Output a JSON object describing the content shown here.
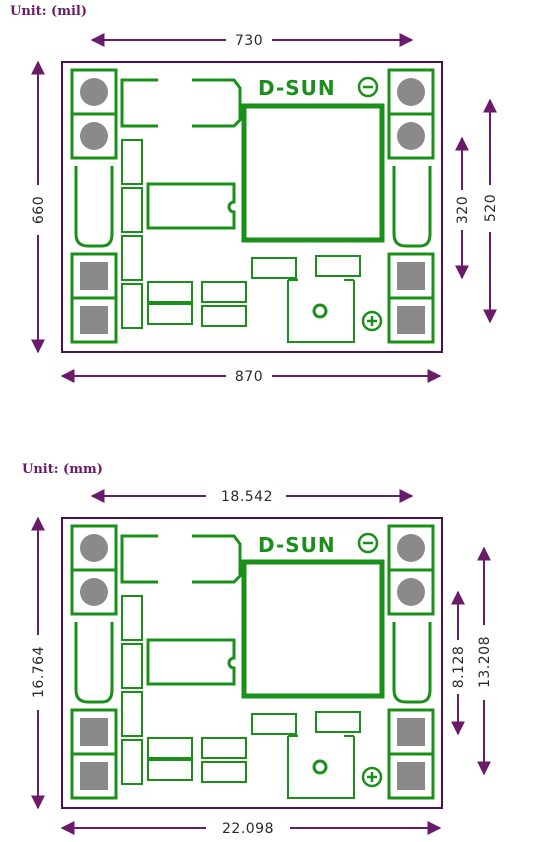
{
  "colors": {
    "outline": "#4b0f55",
    "dimension": "#6a1b6a",
    "silkscreen": "#1a8f1a",
    "pad_fill": "#8a8a8a",
    "text": "#2a2a2a"
  },
  "diagrams": [
    {
      "unit_label": "Unit: (mil)",
      "brand": "D-SUN",
      "dims": {
        "top_width": "730",
        "bottom_width": "870",
        "left_height": "660",
        "inner_height": "320",
        "right_height": "520"
      }
    },
    {
      "unit_label": "Unit: (mm)",
      "brand": "D-SUN",
      "dims": {
        "top_width": "18.542",
        "bottom_width": "22.098",
        "left_height": "16.764",
        "inner_height": "8.128",
        "right_height": "13.208"
      }
    }
  ]
}
